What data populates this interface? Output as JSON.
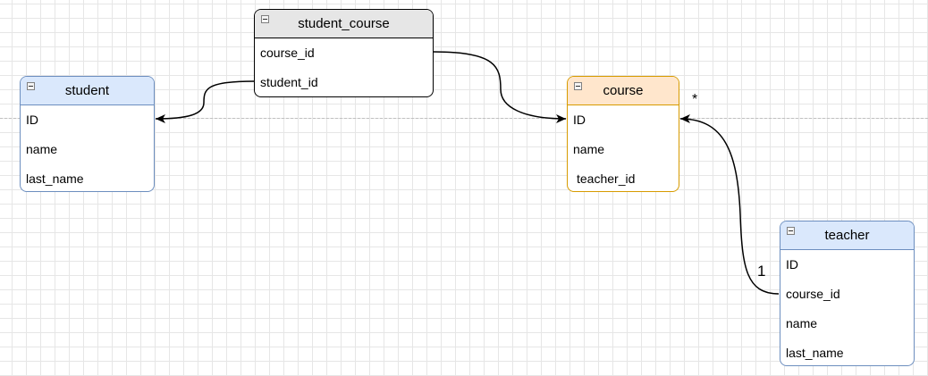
{
  "entities": {
    "student": {
      "title": "student",
      "fields": [
        "ID",
        "name",
        "last_name"
      ]
    },
    "student_course": {
      "title": "student_course",
      "fields": [
        "course_id",
        "student_id"
      ]
    },
    "course": {
      "title": "course",
      "fields": [
        "ID",
        "name",
        "teacher_id"
      ]
    },
    "teacher": {
      "title": "teacher",
      "fields": [
        "ID",
        "course_id",
        "name",
        "last_name"
      ]
    }
  },
  "relations": {
    "course_teacher": {
      "many_label": "*",
      "one_label": "1"
    }
  },
  "colors": {
    "blue_fill": "#dae8fc",
    "blue_stroke": "#6c8ebf",
    "orange_fill": "#ffe6cc",
    "orange_stroke": "#d79b00",
    "gray_fill": "#e6e6e6"
  }
}
